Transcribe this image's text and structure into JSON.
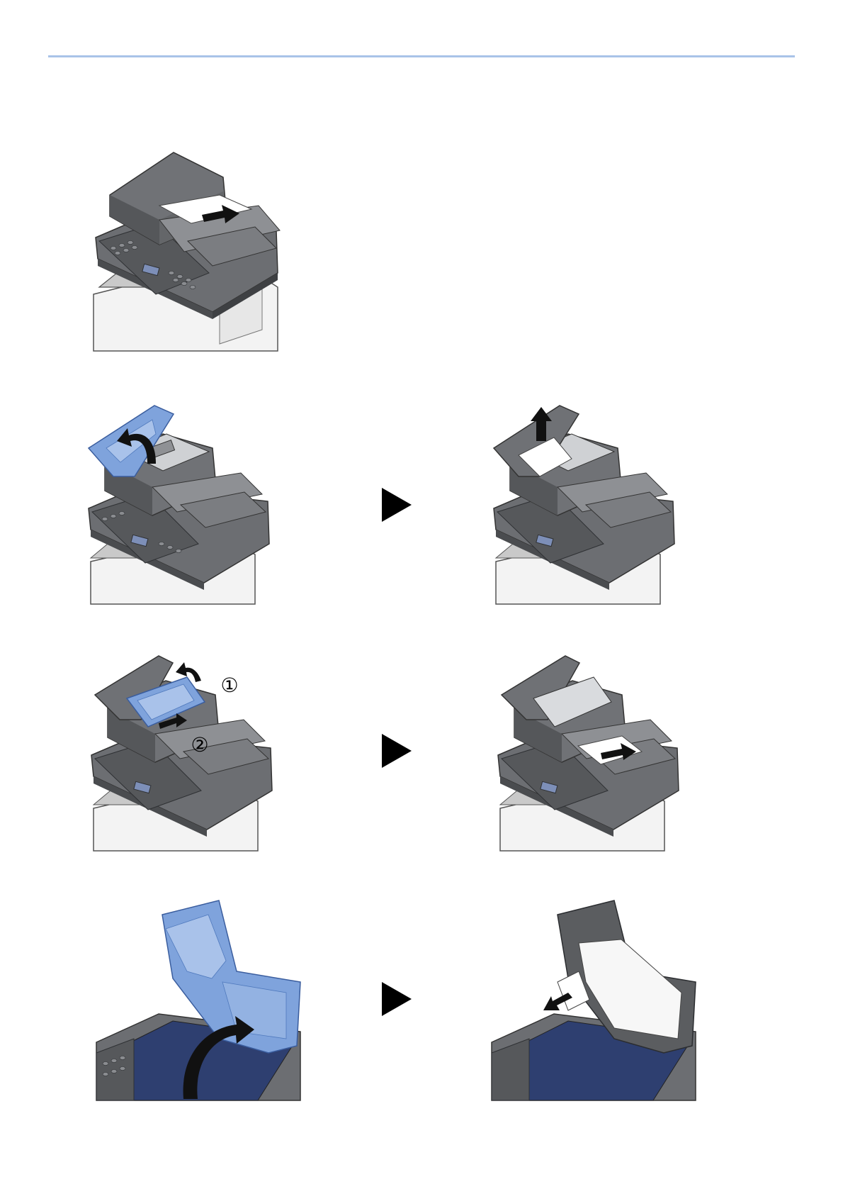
{
  "page": {
    "header_rule_color": "#a9c3e8"
  },
  "illustrations": [
    {
      "id": "step-1",
      "subject": "printer-remove-original-from-output-tray"
    },
    {
      "id": "step-2a",
      "subject": "printer-open-adf-top-cover"
    },
    {
      "id": "step-2b",
      "subject": "printer-remove-jammed-paper-under-cover"
    },
    {
      "id": "step-3a",
      "subject": "printer-open-inner-guide"
    },
    {
      "id": "step-3b",
      "subject": "printer-pull-out-jammed-paper"
    },
    {
      "id": "step-4a",
      "subject": "printer-lift-document-processor"
    },
    {
      "id": "step-4b",
      "subject": "printer-remove-paper-from-glass"
    }
  ],
  "callouts": {
    "one": "①",
    "two": "②"
  },
  "colors": {
    "body_dark": "#5b5d60",
    "body_mid": "#7a7c80",
    "body_light": "#a3a5a8",
    "highlight_blue": "#7fa3dc",
    "highlight_blue_dark": "#4f79bd",
    "paper": "#ffffff",
    "glass": "#2e3f70"
  }
}
